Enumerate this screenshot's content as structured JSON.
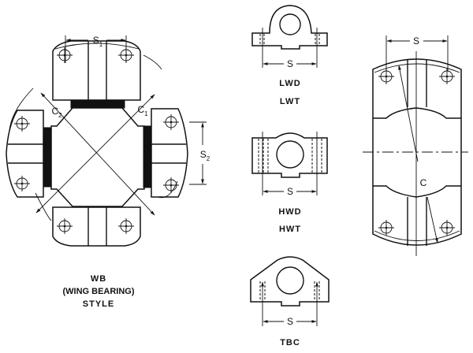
{
  "wing_bearing": {
    "dim_s1": "S",
    "dim_s1_sub": "1",
    "dim_s2": "S",
    "dim_s2_sub": "2",
    "dim_c1": "C",
    "dim_c1_sub": "1",
    "dim_c2": "C",
    "dim_c2_sub": "2",
    "caption_line1": "WB",
    "caption_line2": "(WING BEARING)",
    "caption_line3": "STYLE"
  },
  "lw_style": {
    "dim_s": "S",
    "label1": "LWD",
    "label2": "LWT"
  },
  "hw_style": {
    "dim_s": "S",
    "label1": "HWD",
    "label2": "HWT"
  },
  "tbc_style": {
    "dim_s": "S",
    "label1": "TBC"
  },
  "side_view": {
    "dim_s": "S",
    "dim_c": "C"
  }
}
